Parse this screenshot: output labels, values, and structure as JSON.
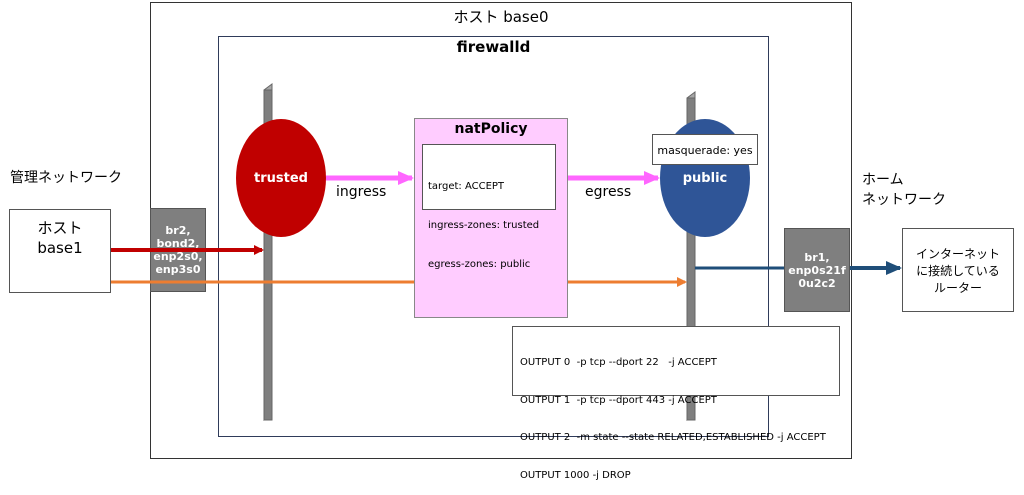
{
  "host_base0": {
    "title": "ホスト base0"
  },
  "firewalld": {
    "title": "firewalld"
  },
  "management_network": {
    "label": "管理ネットワーク"
  },
  "host_base1": {
    "label": "ホスト\nbase1"
  },
  "left_nic": {
    "label": "br2,\nbond2,\nenp2s0,\nenp3s0"
  },
  "right_nic": {
    "label": "br1,\nenp0s21f\n0u2c2"
  },
  "home_network": {
    "label": "ホーム\nネットワーク"
  },
  "router": {
    "label": "インターネット\nに接続している\nルーター"
  },
  "zones": {
    "trusted": "trusted",
    "public": "public"
  },
  "flows": {
    "ingress": "ingress",
    "egress": "egress"
  },
  "nat_policy": {
    "title": "natPolicy",
    "details": [
      "target: ACCEPT",
      "ingress-zones: trusted",
      "egress-zones: public"
    ]
  },
  "masquerade": {
    "label": "masquerade: yes"
  },
  "output_rules": [
    "OUTPUT 0  -p tcp --dport 22   -j ACCEPT",
    "OUTPUT 1  -p tcp --dport 443 -j ACCEPT",
    "OUTPUT 2  -m state --state RELATED,ESTABLISHED -j ACCEPT",
    "OUTPUT 1000 -j DROP"
  ],
  "colors": {
    "trusted": "#c00000",
    "public": "#2f5597",
    "policy_flow": "#ff66ff",
    "management_path": "#c00000",
    "direct_path": "#ed7d31",
    "home_path": "#1f4e79",
    "firewall_panel": "#808080",
    "nat_policy_fill": "#ffccff"
  }
}
